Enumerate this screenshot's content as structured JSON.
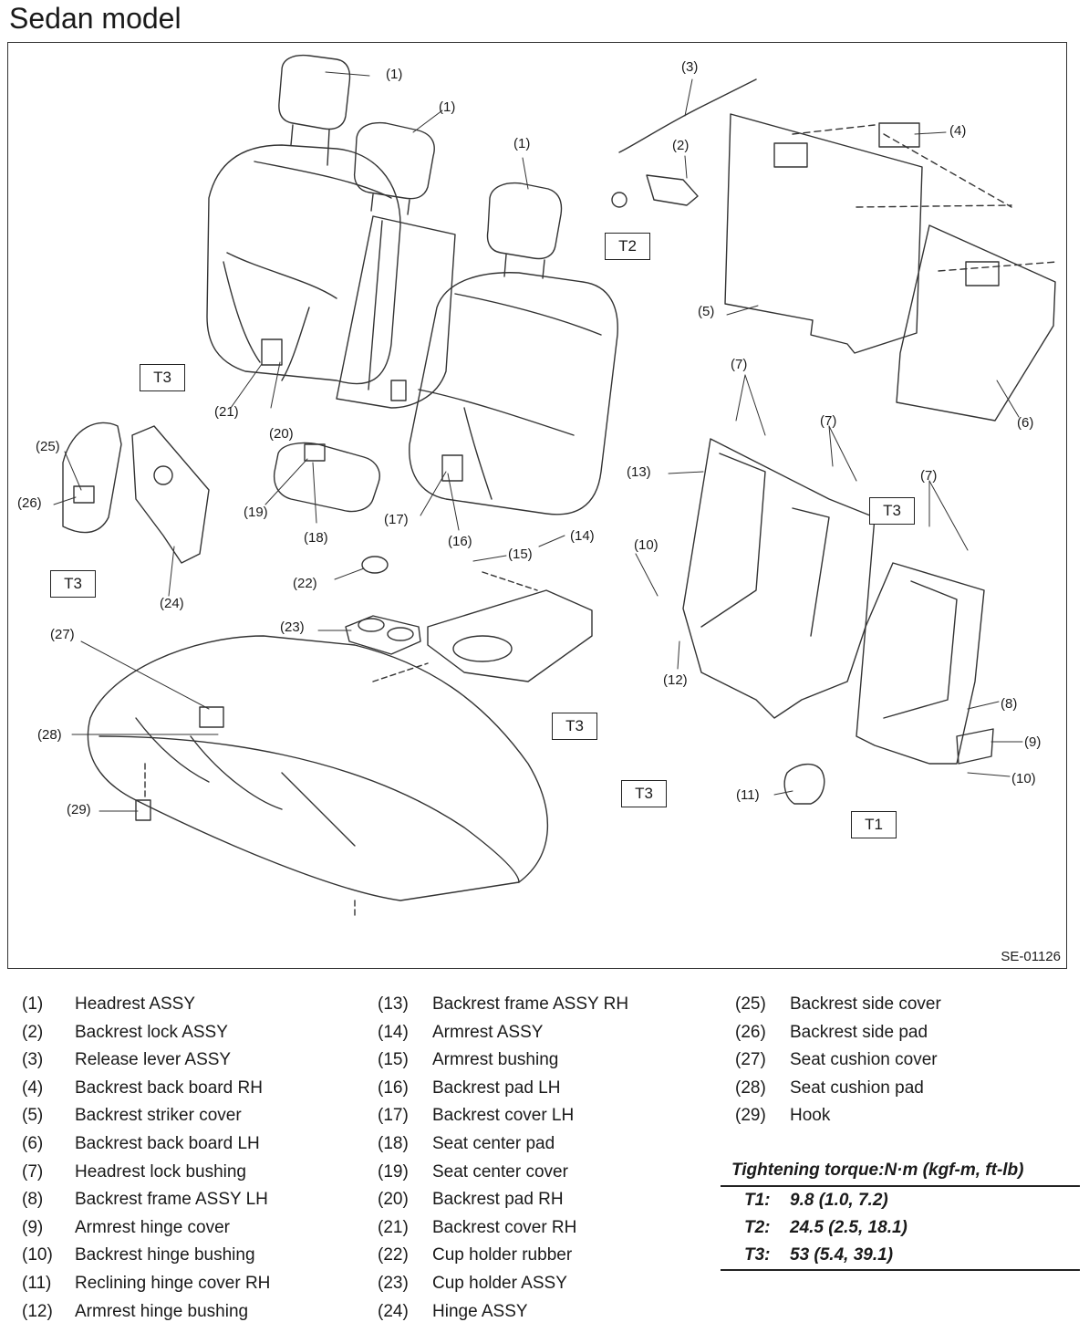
{
  "title": "Sedan model",
  "diagram": {
    "code": "SE-01126",
    "callouts": [
      {
        "id": "c1a",
        "text": "(1)"
      },
      {
        "id": "c1b",
        "text": "(1)"
      },
      {
        "id": "c1c",
        "text": "(1)"
      },
      {
        "id": "c2",
        "text": "(2)"
      },
      {
        "id": "c3",
        "text": "(3)"
      },
      {
        "id": "c4",
        "text": "(4)"
      },
      {
        "id": "c5",
        "text": "(5)"
      },
      {
        "id": "c6",
        "text": "(6)"
      },
      {
        "id": "c7a",
        "text": "(7)"
      },
      {
        "id": "c7b",
        "text": "(7)"
      },
      {
        "id": "c7c",
        "text": "(7)"
      },
      {
        "id": "c8",
        "text": "(8)"
      },
      {
        "id": "c9",
        "text": "(9)"
      },
      {
        "id": "c10a",
        "text": "(10)"
      },
      {
        "id": "c10b",
        "text": "(10)"
      },
      {
        "id": "c11",
        "text": "(11)"
      },
      {
        "id": "c12",
        "text": "(12)"
      },
      {
        "id": "c13",
        "text": "(13)"
      },
      {
        "id": "c14",
        "text": "(14)"
      },
      {
        "id": "c15",
        "text": "(15)"
      },
      {
        "id": "c16",
        "text": "(16)"
      },
      {
        "id": "c17",
        "text": "(17)"
      },
      {
        "id": "c18",
        "text": "(18)"
      },
      {
        "id": "c19",
        "text": "(19)"
      },
      {
        "id": "c20",
        "text": "(20)"
      },
      {
        "id": "c21",
        "text": "(21)"
      },
      {
        "id": "c22",
        "text": "(22)"
      },
      {
        "id": "c23",
        "text": "(23)"
      },
      {
        "id": "c24",
        "text": "(24)"
      },
      {
        "id": "c25",
        "text": "(25)"
      },
      {
        "id": "c26",
        "text": "(26)"
      },
      {
        "id": "c27",
        "text": "(27)"
      },
      {
        "id": "c28",
        "text": "(28)"
      },
      {
        "id": "c29",
        "text": "(29)"
      }
    ],
    "torque_boxes": [
      {
        "id": "t2",
        "text": "T2"
      },
      {
        "id": "t3a",
        "text": "T3"
      },
      {
        "id": "t3b",
        "text": "T3"
      },
      {
        "id": "t3c",
        "text": "T3"
      },
      {
        "id": "t3d",
        "text": "T3"
      },
      {
        "id": "t3e",
        "text": "T3"
      },
      {
        "id": "t1",
        "text": "T1"
      }
    ]
  },
  "legend": {
    "col1": [
      {
        "num": "(1)",
        "name": "Headrest ASSY"
      },
      {
        "num": "(2)",
        "name": "Backrest lock ASSY"
      },
      {
        "num": "(3)",
        "name": "Release lever ASSY"
      },
      {
        "num": "(4)",
        "name": "Backrest back board RH"
      },
      {
        "num": "(5)",
        "name": "Backrest striker cover"
      },
      {
        "num": "(6)",
        "name": "Backrest back board LH"
      },
      {
        "num": "(7)",
        "name": "Headrest lock bushing"
      },
      {
        "num": "(8)",
        "name": "Backrest frame ASSY LH"
      },
      {
        "num": "(9)",
        "name": "Armrest hinge cover"
      },
      {
        "num": "(10)",
        "name": "Backrest hinge bushing"
      },
      {
        "num": "(11)",
        "name": "Reclining hinge cover RH"
      },
      {
        "num": "(12)",
        "name": "Armrest hinge bushing"
      }
    ],
    "col2": [
      {
        "num": "(13)",
        "name": "Backrest frame ASSY RH"
      },
      {
        "num": "(14)",
        "name": "Armrest ASSY"
      },
      {
        "num": "(15)",
        "name": "Armrest bushing"
      },
      {
        "num": "(16)",
        "name": "Backrest pad LH"
      },
      {
        "num": "(17)",
        "name": "Backrest cover LH"
      },
      {
        "num": "(18)",
        "name": "Seat center pad"
      },
      {
        "num": "(19)",
        "name": "Seat center cover"
      },
      {
        "num": "(20)",
        "name": "Backrest pad RH"
      },
      {
        "num": "(21)",
        "name": "Backrest cover RH"
      },
      {
        "num": "(22)",
        "name": "Cup holder rubber"
      },
      {
        "num": "(23)",
        "name": "Cup holder ASSY"
      },
      {
        "num": "(24)",
        "name": "Hinge ASSY"
      }
    ],
    "col3": [
      {
        "num": "(25)",
        "name": "Backrest side cover"
      },
      {
        "num": "(26)",
        "name": "Backrest side pad"
      },
      {
        "num": "(27)",
        "name": "Seat cushion cover"
      },
      {
        "num": "(28)",
        "name": "Seat cushion pad"
      },
      {
        "num": "(29)",
        "name": "Hook"
      }
    ]
  },
  "torque": {
    "title": "Tightening torque:N·m (kgf-m, ft-lb)",
    "rows": [
      {
        "code": "T1:",
        "value": "9.8 (1.0, 7.2)"
      },
      {
        "code": "T2:",
        "value": "24.5 (2.5, 18.1)"
      },
      {
        "code": "T3:",
        "value": "53 (5.4, 39.1)"
      }
    ]
  }
}
